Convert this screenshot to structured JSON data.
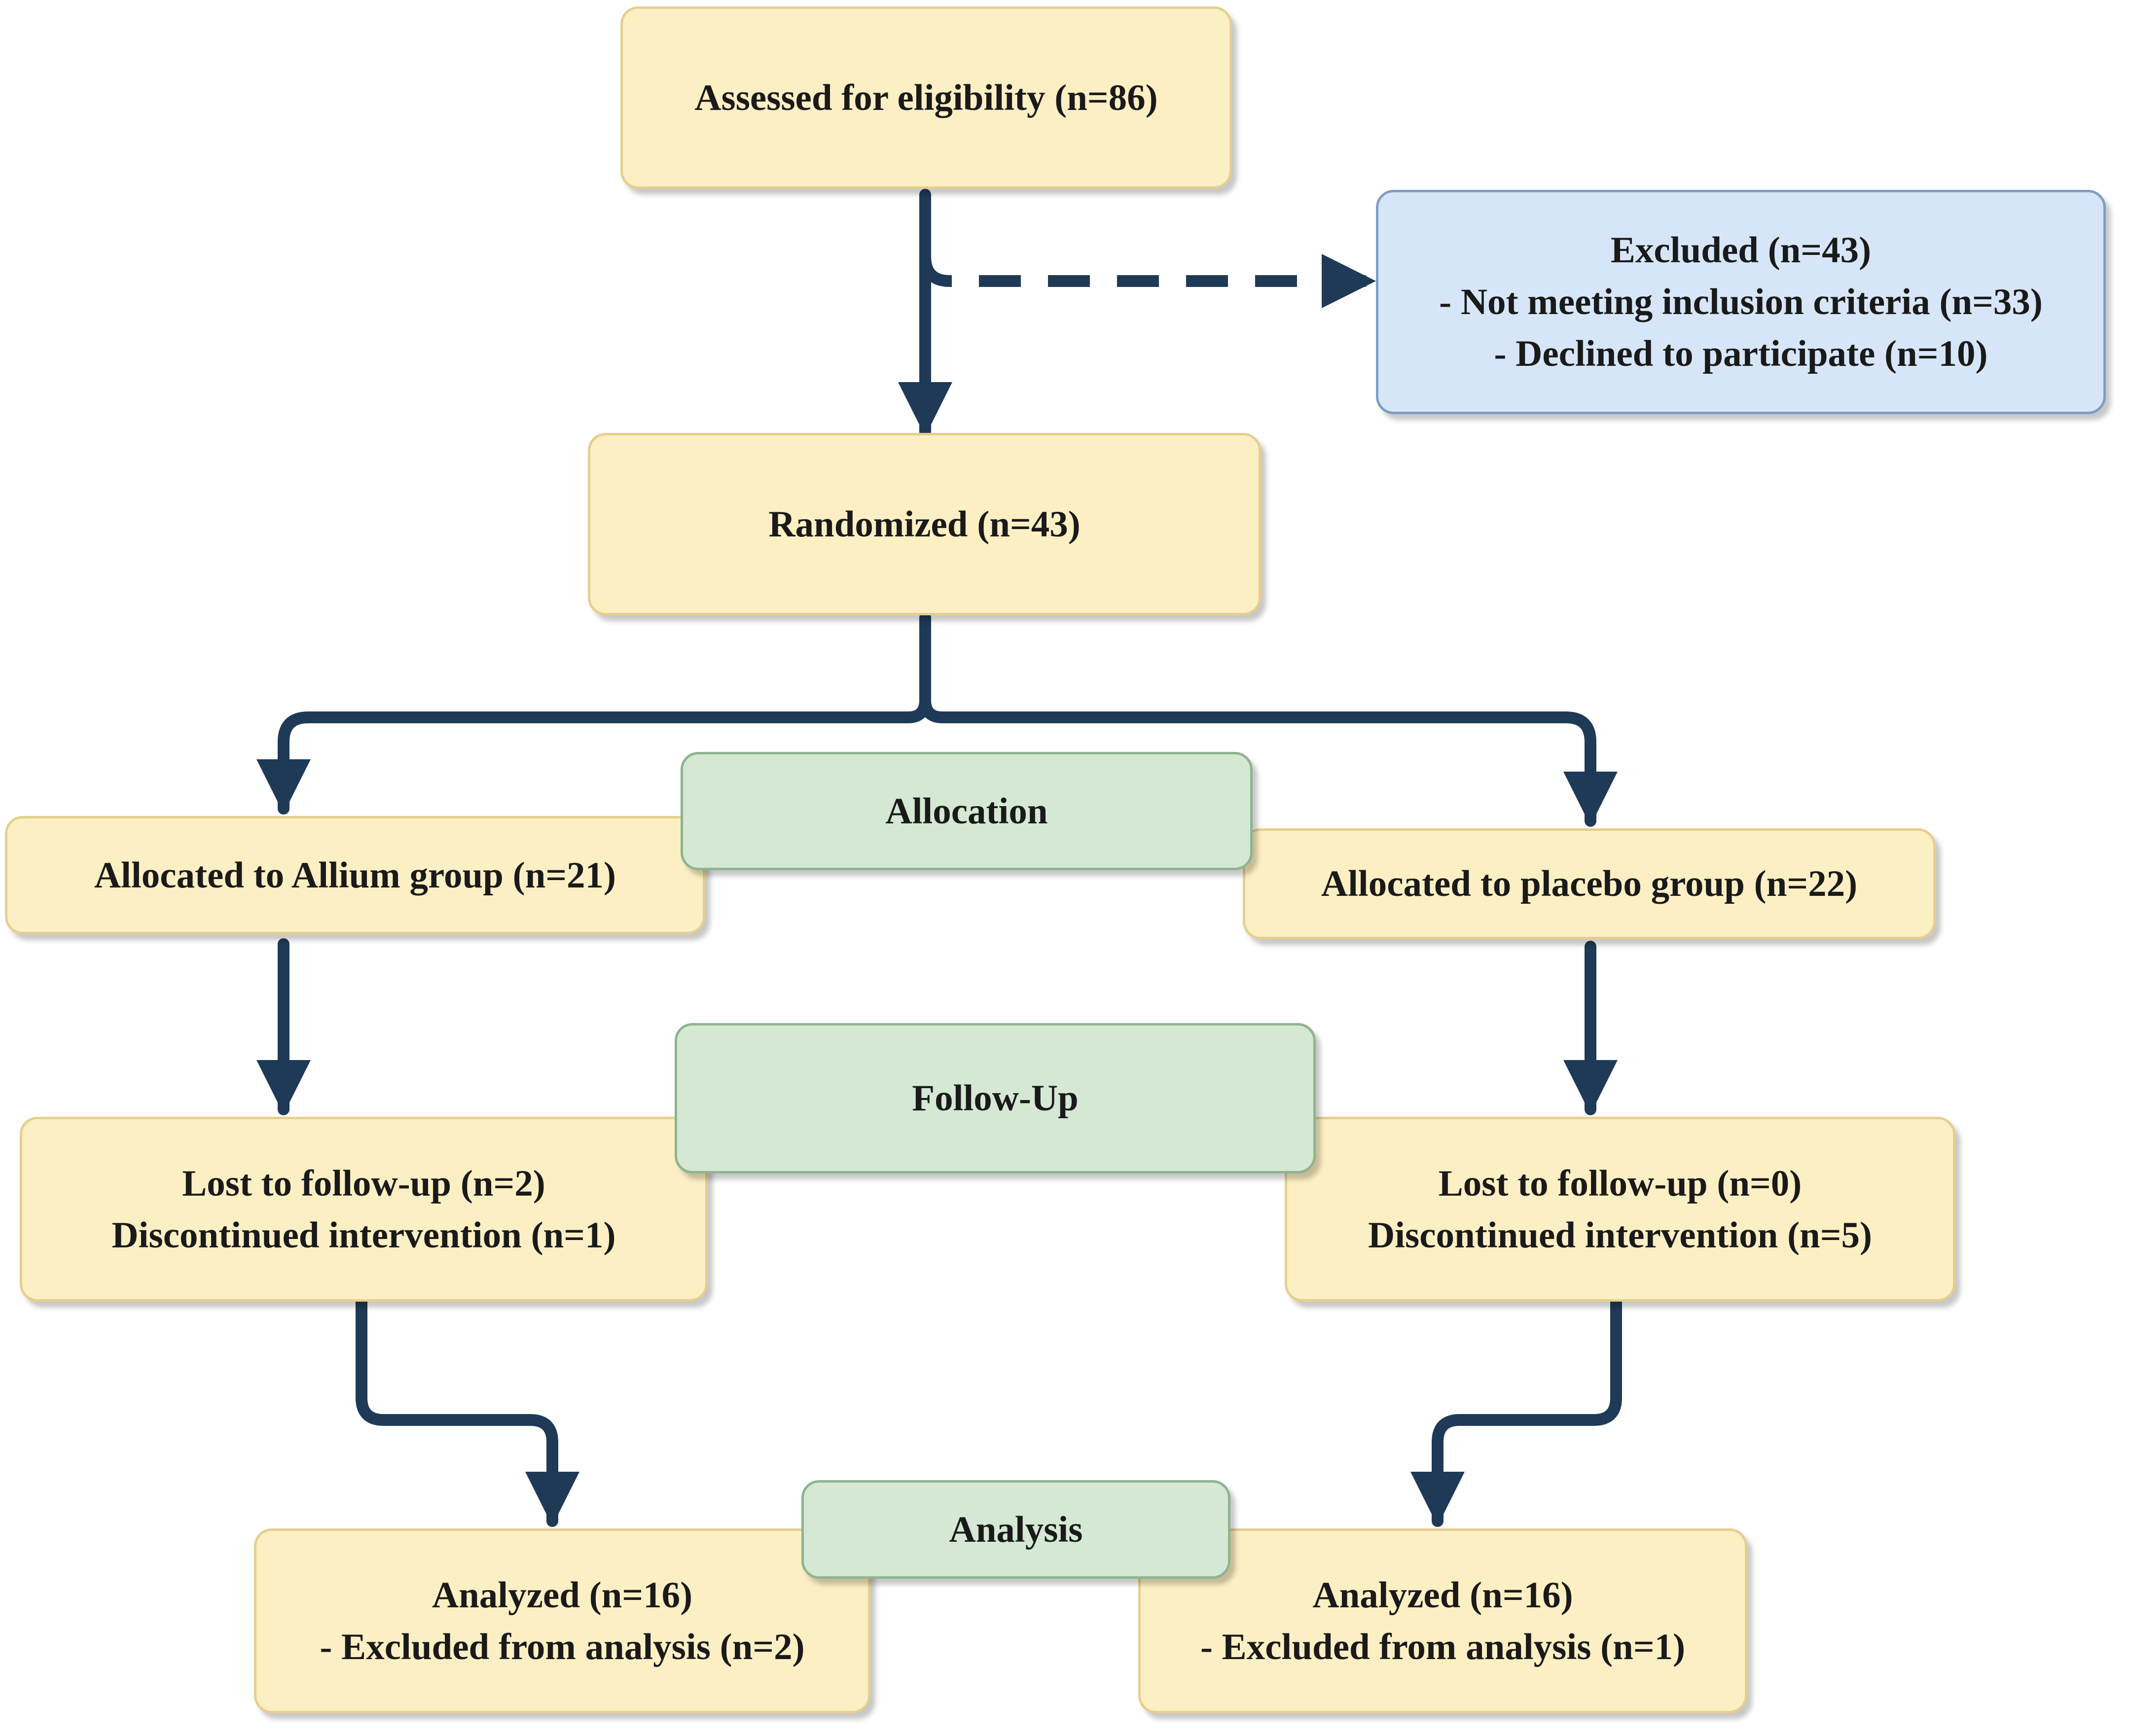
{
  "colors": {
    "arrow": "#1f3a56",
    "box_fill": "#fdefc4",
    "excluded_fill": "#d6e6f8",
    "stage_fill": "#d4e8d4"
  },
  "assessed": {
    "text": "Assessed for eligibility (n=86)"
  },
  "excluded": {
    "title": "Excluded (n=43)",
    "line1": "- Not meeting inclusion criteria (n=33)",
    "line2": "- Declined to participate (n=10)"
  },
  "randomized": {
    "text": "Randomized (n=43)"
  },
  "stages": {
    "allocation": "Allocation",
    "followup": "Follow-Up",
    "analysis": "Analysis"
  },
  "allium": {
    "allocated": "Allocated to Allium group (n=21)",
    "lost": "Lost to follow-up (n=2)",
    "discontinued": "Discontinued intervention (n=1)",
    "analyzed": "Analyzed (n=16)",
    "excluded_analysis": "- Excluded from analysis (n=2)"
  },
  "placebo": {
    "allocated": "Allocated to placebo group (n=22)",
    "lost": "Lost to follow-up (n=0)",
    "discontinued": "Discontinued intervention (n=5)",
    "analyzed": "Analyzed (n=16)",
    "excluded_analysis": "- Excluded from analysis (n=1)"
  }
}
